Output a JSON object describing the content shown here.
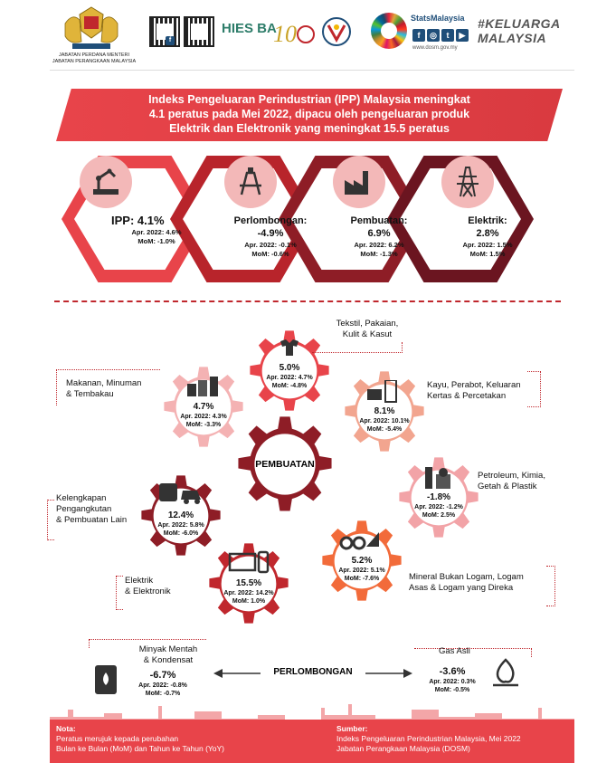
{
  "header": {
    "dept_line1": "JABATAN PERDANA MENTERI",
    "dept_line2": "JABATAN PERANGKAAN MALAYSIA",
    "hies_logo": "HIES BA",
    "stats_brand": "StatsMalaysia",
    "website": "www.dosm.gov.my",
    "hashtag_line1": "#KELUARGA",
    "hashtag_line2": "MALAYSIA"
  },
  "title": {
    "line1": "Indeks Pengeluaran Perindustrian (IPP) Malaysia meningkat",
    "line2": "4.1 peratus pada Mei 2022, dipacu oleh pengeluaran produk",
    "line3": "Elektrik dan Elektronik yang meningkat 15.5 peratus"
  },
  "hexagons": [
    {
      "label": "IPP: 4.1%",
      "yoy": "Apr. 2022: 4.6%",
      "mom": "MoM: -1.0%",
      "color": "#e8444a",
      "icon": "robot-arm-icon"
    },
    {
      "label": "Perlombongan:",
      "value": "-4.9%",
      "yoy": "Apr. 2022: -0.1%",
      "mom": "MoM: -0.6%",
      "color": "#b8242b",
      "icon": "oil-rig-icon"
    },
    {
      "label": "Pembuatan:",
      "value": "6.9%",
      "yoy": "Apr. 2022: 6.2%",
      "mom": "MoM: -1.3%",
      "color": "#8e1d26",
      "icon": "factory-icon"
    },
    {
      "label": "Elektrik:",
      "value": "2.8%",
      "yoy": "Apr. 2022: 1.5%",
      "mom": "MoM: 1.5%",
      "color": "#6b1520",
      "icon": "power-tower-icon"
    }
  ],
  "gears": {
    "center": "PEMBUATAN",
    "tekstil": {
      "value": "5.0%",
      "yoy": "Apr. 2022: 4.7%",
      "mom": "MoM: -4.8%",
      "label1": "Tekstil, Pakaian,",
      "label2": "Kulit & Kasut"
    },
    "makanan": {
      "value": "4.7%",
      "yoy": "Apr. 2022: 4.3%",
      "mom": "MoM: -3.3%",
      "label1": "Makanan, Minuman",
      "label2": "& Tembakau"
    },
    "kayu": {
      "value": "8.1%",
      "yoy": "Apr. 2022: 10.1%",
      "mom": "MoM: -5.4%",
      "label1": "Kayu, Perabot, Keluaran",
      "label2": "Kertas & Percetakan"
    },
    "petroleum": {
      "value": "-1.8%",
      "yoy": "Apr. 2022: -1.2%",
      "mom": "MoM: 2.5%",
      "label1": "Petroleum, Kimia,",
      "label2": "Getah & Plastik"
    },
    "kelengkapan": {
      "value": "12.4%",
      "yoy": "Apr. 2022: 5.8%",
      "mom": "MoM: -6.0%",
      "label1": "Kelengkapan",
      "label2": "Pengangkutan",
      "label3": "& Pembuatan Lain"
    },
    "mineral": {
      "value": "5.2%",
      "yoy": "Apr. 2022: 5.1%",
      "mom": "MoM: -7.6%",
      "label1": "Mineral  Bukan Logam, Logam",
      "label2": "Asas & Logam yang Direka"
    },
    "elektrik": {
      "value": "15.5%",
      "yoy": "Apr. 2022: 14.2%",
      "mom": "MoM: 1.0%",
      "label1": "Elektrik",
      "label2": "& Elektronik"
    }
  },
  "mining": {
    "center_label": "PERLOMBONGAN",
    "minyak": {
      "label1": "Minyak Mentah",
      "label2": "& Kondensat",
      "value": "-6.7%",
      "yoy": "Apr. 2022: -0.8%",
      "mom": "MoM: -0.7%"
    },
    "gas": {
      "label": "Gas Asli",
      "value": "-3.6%",
      "yoy": "Apr. 2022: 0.3%",
      "mom": "MoM: -0.5%"
    }
  },
  "footer": {
    "note_title": "Nota:",
    "note_line1": "Peratus merujuk kepada perubahan",
    "note_line2": "Bulan ke Bulan (MoM) dan Tahun ke Tahun (YoY)",
    "source_title": "Sumber:",
    "source_line1": "Indeks Pengeluaran  Perindustrian Malaysia, Mei 2022",
    "source_line2": "Jabatan Perangkaan Malaysia (DOSM)"
  },
  "colors": {
    "primary_red": "#e8444a",
    "dark_red": "#8e1d26",
    "maroon": "#6b1520",
    "pink": "#f3b8b8"
  }
}
